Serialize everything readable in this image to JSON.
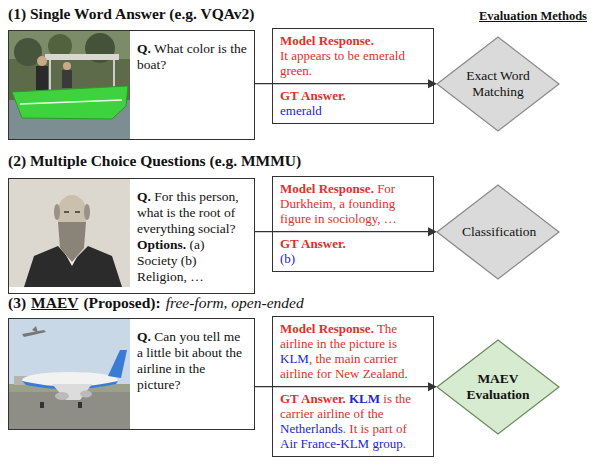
{
  "diagram": {
    "nodes": [
      {
        "text": [
          "Q.",
          "What color is the boat?"
        ]
      },
      {
        "text": [
          "Model Response.",
          "It appears to be emerald green.",
          "GT Answer.",
          "emerald"
        ]
      },
      {
        "text": [
          "Exact Word Matching"
        ]
      },
      {
        "text": [
          "Q.",
          "For this person, what is the root of everything social?",
          "Options.",
          "(a) Society (b) Religion, …"
        ]
      },
      {
        "text": [
          "Model Response.",
          "For Durkheim, a founding figure in sociology, …",
          "GT Answer.",
          "(b)"
        ]
      },
      {
        "text": [
          "Classification"
        ]
      },
      {
        "text": [
          "Q.",
          "Can you tell me a little bit about the airline in the picture?"
        ]
      },
      {
        "text": [
          "Model Response.",
          "The airline in the picture is",
          "KLM",
          ", the main carrier airline for",
          "New Zealand",
          ".",
          "GT Answer.",
          "KLM",
          "is the carrier airline of the",
          "Netherlands",
          ". It is part of",
          "Air France-KLM group",
          "."
        ]
      },
      {
        "text": [
          "MAEV Evaluation"
        ]
      }
    ],
    "edges": [
      {
        "from": 0,
        "to": 2,
        "arrow": "to"
      },
      {
        "from": 3,
        "to": 5,
        "arrow": "to"
      },
      {
        "from": 6,
        "to": 8,
        "arrow": "to"
      }
    ],
    "labels": [
      "(1) Single Word Answer (e.g. VQAv2)",
      "Evaluation Methods",
      "(2) Multiple Choice Questions (e.g. MMMU)",
      "(3)",
      "MAEV",
      "(Proposed):",
      "free-form, open-ended"
    ]
  }
}
